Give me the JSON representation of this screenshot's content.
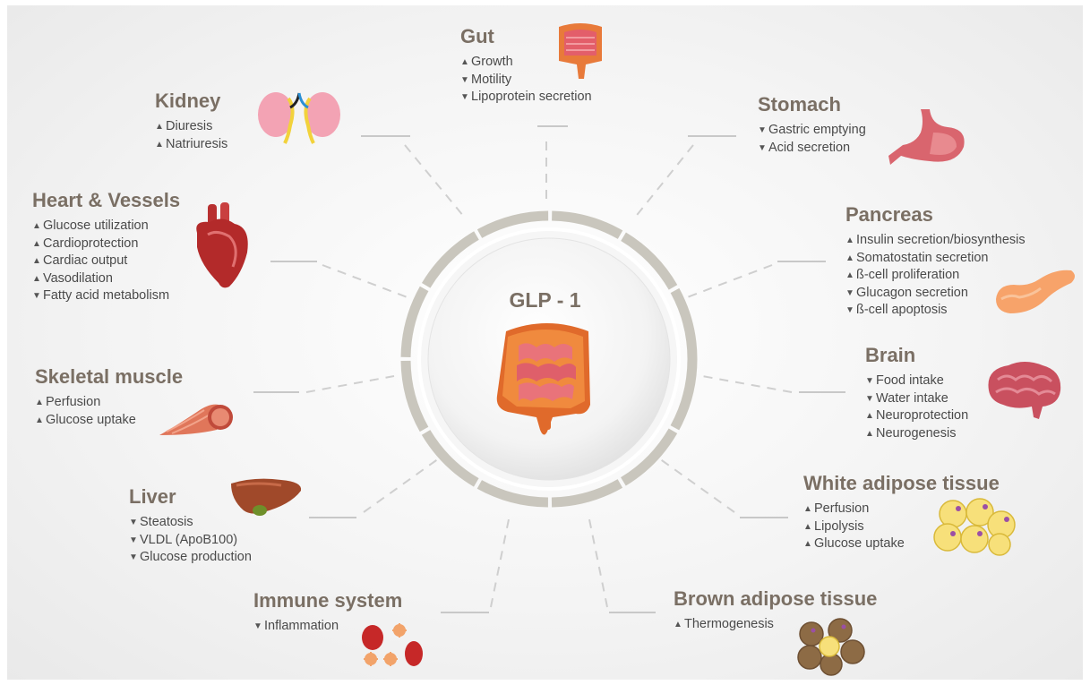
{
  "center": {
    "title": "GLP - 1"
  },
  "gut": {
    "title": "Gut",
    "items": [
      {
        "dir": "up",
        "text": "Growth"
      },
      {
        "dir": "down",
        "text": "Motility"
      },
      {
        "dir": "down",
        "text": "Lipoprotein secretion"
      }
    ]
  },
  "kidney": {
    "title": "Kidney",
    "items": [
      {
        "dir": "up",
        "text": "Diuresis"
      },
      {
        "dir": "up",
        "text": "Natriuresis"
      }
    ]
  },
  "stomach": {
    "title": "Stomach",
    "items": [
      {
        "dir": "down",
        "text": "Gastric emptying"
      },
      {
        "dir": "down",
        "text": "Acid secretion"
      }
    ]
  },
  "heart": {
    "title": "Heart & Vessels",
    "items": [
      {
        "dir": "up",
        "text": "Glucose utilization"
      },
      {
        "dir": "up",
        "text": "Cardioprotection"
      },
      {
        "dir": "up",
        "text": "Cardiac output"
      },
      {
        "dir": "up",
        "text": "Vasodilation"
      },
      {
        "dir": "down",
        "text": "Fatty acid metabolism"
      }
    ]
  },
  "pancreas": {
    "title": "Pancreas",
    "items": [
      {
        "dir": "up",
        "text": "Insulin secretion/biosynthesis"
      },
      {
        "dir": "up",
        "text": "Somatostatin secretion"
      },
      {
        "dir": "up",
        "text": "ß-cell proliferation"
      },
      {
        "dir": "down",
        "text": "Glucagon secretion"
      },
      {
        "dir": "down",
        "text": "ß-cell apoptosis"
      }
    ]
  },
  "muscle": {
    "title": "Skeletal muscle",
    "items": [
      {
        "dir": "up",
        "text": "Perfusion"
      },
      {
        "dir": "up",
        "text": "Glucose uptake"
      }
    ]
  },
  "brain": {
    "title": "Brain",
    "items": [
      {
        "dir": "down",
        "text": "Food intake"
      },
      {
        "dir": "down",
        "text": "Water intake"
      },
      {
        "dir": "up",
        "text": "Neuroprotection"
      },
      {
        "dir": "up",
        "text": "Neurogenesis"
      }
    ]
  },
  "liver": {
    "title": "Liver",
    "items": [
      {
        "dir": "down",
        "text": "Steatosis"
      },
      {
        "dir": "down",
        "text": "VLDL (ApoB100)"
      },
      {
        "dir": "down",
        "text": "Glucose production"
      }
    ]
  },
  "wat": {
    "title": "White adipose tissue",
    "items": [
      {
        "dir": "up",
        "text": "Perfusion"
      },
      {
        "dir": "up",
        "text": "Lipolysis"
      },
      {
        "dir": "up",
        "text": "Glucose uptake"
      }
    ]
  },
  "immune": {
    "title": "Immune system",
    "items": [
      {
        "dir": "down",
        "text": "Inflammation"
      }
    ]
  },
  "bat": {
    "title": "Brown adipose tissue",
    "items": [
      {
        "dir": "up",
        "text": "Thermogenesis"
      }
    ]
  },
  "icons": {
    "up": "▲",
    "down": "▼"
  },
  "colors": {
    "title": "#7a6f64",
    "text": "#4a4a4a",
    "ring": "#c9c6bd",
    "connector": "#c8c8c8"
  }
}
